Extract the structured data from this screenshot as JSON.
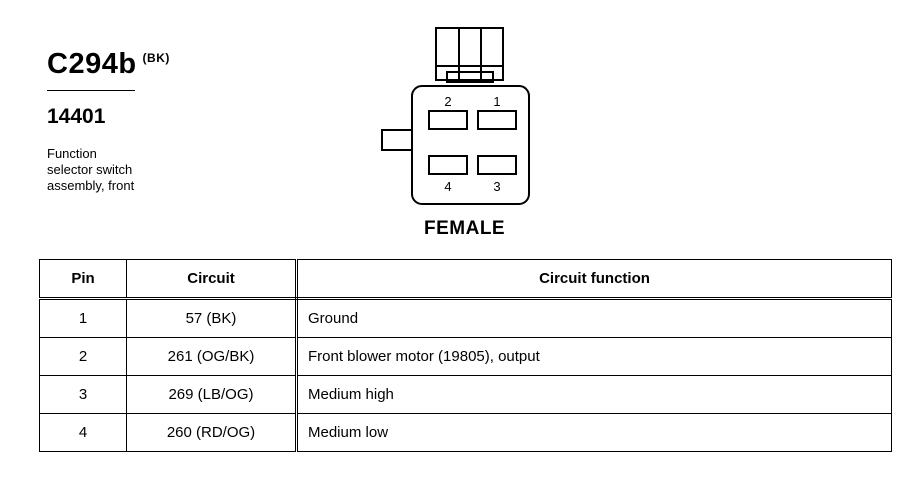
{
  "connector": {
    "id": "C294b",
    "color": "(BK)",
    "part_number": "14401",
    "description": [
      "Function",
      "selector switch",
      "assembly, front"
    ],
    "gender": "FEMALE",
    "cavity_labels": [
      "2",
      "1",
      "4",
      "3"
    ]
  },
  "table": {
    "headers": {
      "pin": "Pin",
      "circuit": "Circuit",
      "function": "Circuit function"
    },
    "rows": [
      {
        "pin": "1",
        "circuit": "57 (BK)",
        "function": "Ground"
      },
      {
        "pin": "2",
        "circuit": "261 (OG/BK)",
        "function": "Front blower motor (19805), output"
      },
      {
        "pin": "3",
        "circuit": "269 (LB/OG)",
        "function": "Medium high"
      },
      {
        "pin": "4",
        "circuit": "260 (RD/OG)",
        "function": "Medium low"
      }
    ]
  }
}
